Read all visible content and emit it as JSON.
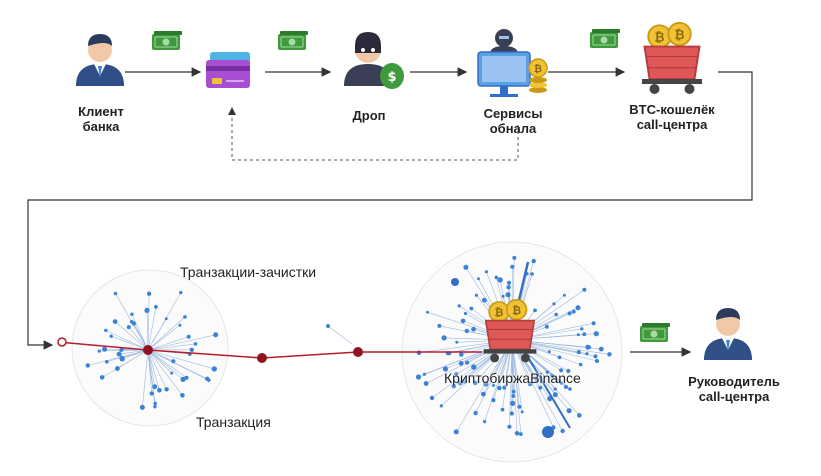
{
  "nodes": {
    "bank_client": {
      "line1": "Клиент",
      "line2": "банка"
    },
    "drop": {
      "line1": "Дроп"
    },
    "cashout": {
      "line1": "Сервисы",
      "line2": "обнала"
    },
    "btc_wallet": {
      "line1": "BTC-кошелёк",
      "line2": "call-центра"
    },
    "exchange": {
      "line1": "Криптобиржа",
      "line2": "Binance"
    },
    "manager": {
      "line1": "Руководитель",
      "line2": "call-центра"
    }
  },
  "annotations": {
    "sweep_transactions": "Транзакции-зачистки",
    "transaction": "Транзакция"
  },
  "icons": {
    "money": "banknote-icon",
    "card": "credit-card-icon",
    "person": "person-icon",
    "thief": "masked-thief-icon",
    "hacker": "hacker-computer-icon",
    "cart": "bitcoin-cart-icon"
  },
  "colors": {
    "accent": "#3b82d6",
    "path_red": "#b71c2c",
    "money_green": "#3e9a3c",
    "card_purple": "#a64fd0",
    "cart_red": "#e05757"
  }
}
